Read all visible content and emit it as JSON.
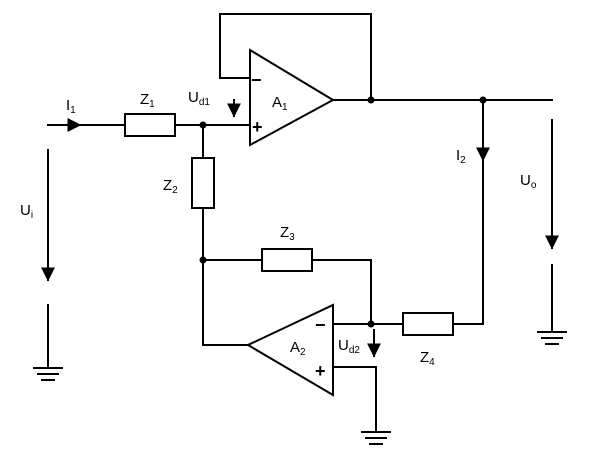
{
  "labels": {
    "i1": {
      "main": "I",
      "sub": "1"
    },
    "z1": {
      "main": "Z",
      "sub": "1"
    },
    "ud1": {
      "main": "U",
      "sub": "d1"
    },
    "a1": {
      "main": "A",
      "sub": "1"
    },
    "i2": {
      "main": "I",
      "sub": "2"
    },
    "uo": {
      "main": "U",
      "sub": "o"
    },
    "ui": {
      "main": "U",
      "sub": "i"
    },
    "z2": {
      "main": "Z",
      "sub": "2"
    },
    "z3": {
      "main": "Z",
      "sub": "3"
    },
    "a2": {
      "main": "A",
      "sub": "2"
    },
    "ud2": {
      "main": "U",
      "sub": "d2"
    },
    "z4": {
      "main": "Z",
      "sub": "4"
    }
  },
  "signs": {
    "a1_minus": "−",
    "a1_plus": "+",
    "a2_minus": "−",
    "a2_plus": "+"
  }
}
